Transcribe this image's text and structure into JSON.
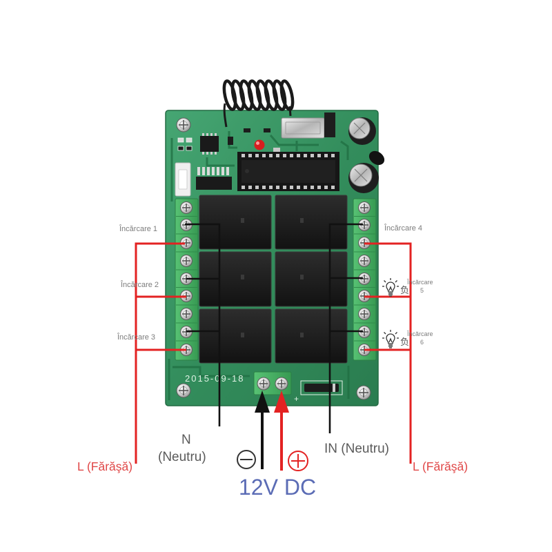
{
  "board": {
    "date_print": "2015-09-18",
    "plus_mark": "+"
  },
  "loads_left": {
    "load1": "Încărcare 1",
    "load2": "Încărcare 2",
    "load3": "Încărcare 3"
  },
  "loads_right": {
    "load4": "Încărcare 4",
    "load5_word": "Încărcare",
    "load5_num": "5",
    "load6_word": "Încărcare",
    "load6_num": "6",
    "cut_glyph": "负"
  },
  "neutral_left": {
    "line1": "N",
    "line2": "(Neutru)"
  },
  "neutral_right": "IN (Neutru)",
  "live_left": "L (Fărăşă)",
  "live_right": "L (Fărăşă)",
  "power": {
    "label": "12V DC"
  },
  "icons": {
    "negative": "minus-circle-icon",
    "positive": "plus-circle-icon",
    "load": "light-bulb-icon",
    "supply_arrow": "arrow-up-icon"
  },
  "colors": {
    "live_wire": "#e32222",
    "neutral_wire": "#111111",
    "live_label": "#e04848",
    "power_label": "#5b6cb5",
    "board": "#338d5c"
  }
}
